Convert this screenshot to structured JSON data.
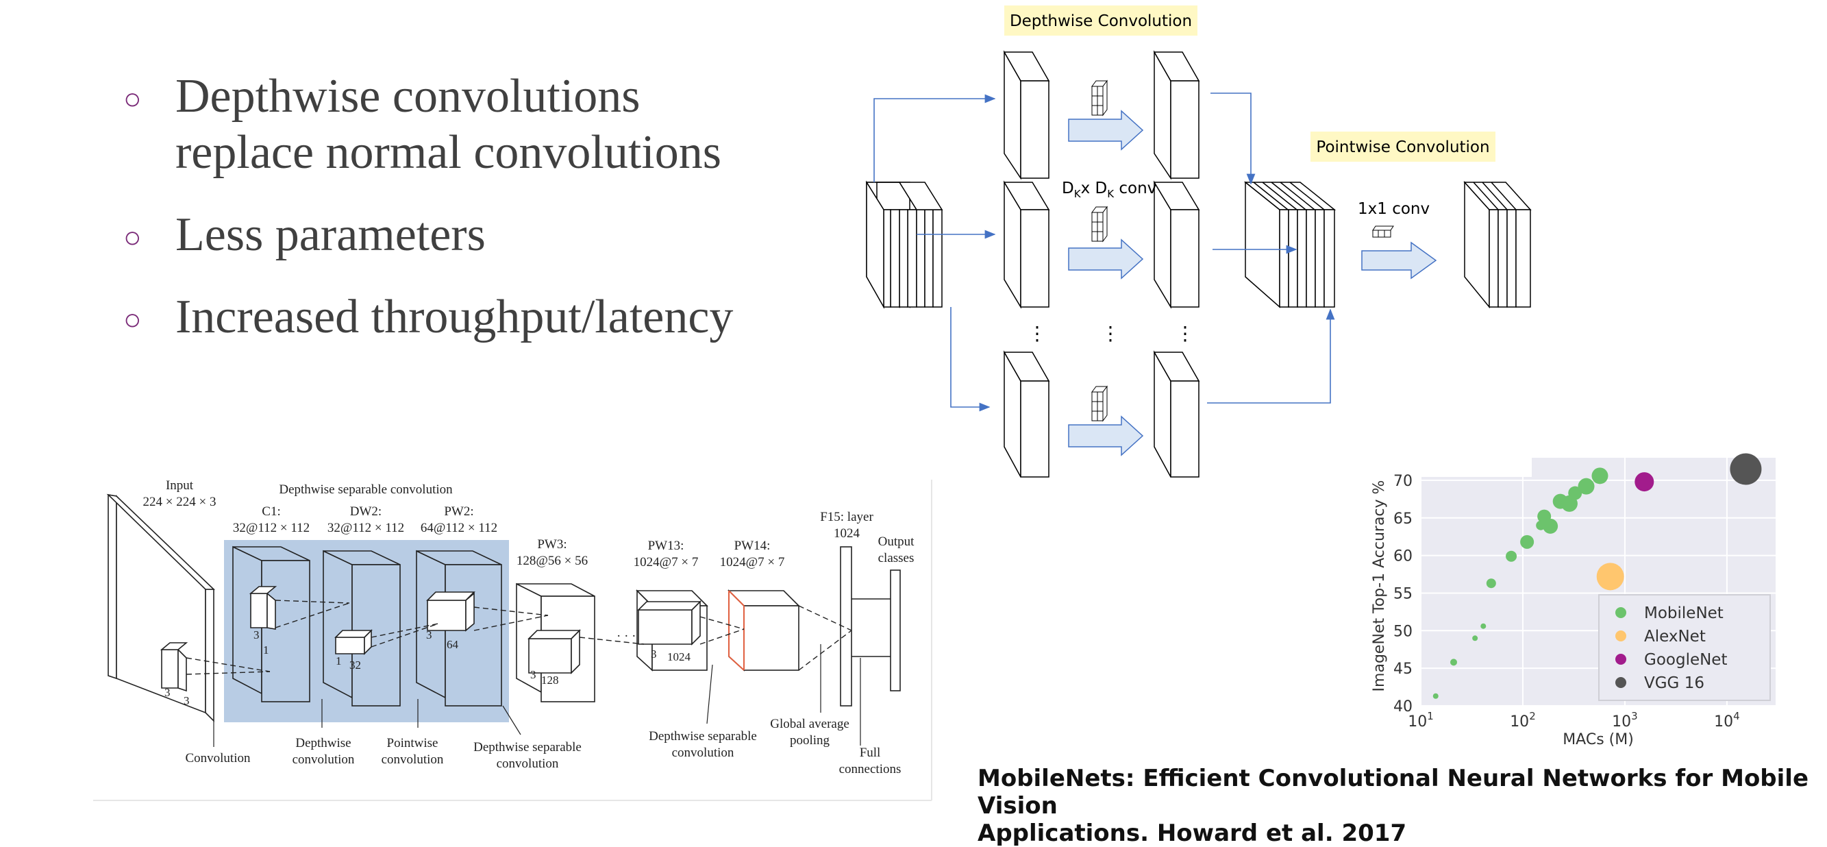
{
  "bullets": [
    {
      "text": "Depthwise convolutions\nreplace normal convolutions"
    },
    {
      "text": "Less parameters"
    },
    {
      "text": "Increased throughput/latency"
    }
  ],
  "top_diagram": {
    "depthwise_title": "Depthwise Convolution",
    "pointwise_title": "Pointwise Convolution",
    "dk_label": "D",
    "dk_sub": "K",
    "dk_x": "x D",
    "dk_conv": " conv",
    "one_by_one": "1x1 conv",
    "ellipsis": "⋮"
  },
  "arch": {
    "input_label": "Input",
    "input_dims": "224 × 224 × 3",
    "group_label": "Depthwise separable convolution",
    "c1": "C1:",
    "c1_dims": "32@112 × 112",
    "dw2": "DW2:",
    "dw2_dims": "32@112 × 112",
    "pw2": "PW2:",
    "pw2_dims": "64@112 × 112",
    "pw3": "PW3:",
    "pw3_dims": "128@56 × 56",
    "pw13": "PW13:",
    "pw13_dims": "1024@7 × 7",
    "pw14": "PW14:",
    "pw14_dims": "1024@7 × 7",
    "f15": "F15: layer",
    "f15_dims": "1024",
    "output": "Output",
    "output2": "classes",
    "k_in1": "3",
    "k_in2": "3",
    "k_c1a": "3",
    "k_c1b": "1",
    "k_dw1": "1",
    "k_dw2": "32",
    "k_pw1": "3",
    "k_pw2": "64",
    "k_pw3a": "3",
    "k_pw3b": "128",
    "k_pw13a": "3",
    "k_pw13b": "1024",
    "dots": "· · ·",
    "convolution": "Convolution",
    "depthwise_conv1": "Depthwise",
    "depthwise_conv2": "convolution",
    "pointwise_conv1": "Pointwise",
    "pointwise_conv2": "convolution",
    "dsc1": "Depthwise separable",
    "dsc2": "convolution",
    "dsc3": "Depthwise separable",
    "dsc4": "convolution",
    "gap1": "Global average",
    "gap2": "pooling",
    "full1": "Full",
    "full2": "connections"
  },
  "chart_data": {
    "type": "scatter",
    "xlabel": "MACs (M)",
    "ylabel": "ImageNet Top-1 Accuracy %",
    "xscale": "log",
    "xlim": [
      10,
      30000
    ],
    "ylim": [
      40,
      73
    ],
    "xticks": [
      10,
      100,
      1000,
      10000
    ],
    "xtick_labels": [
      {
        "base": "10",
        "exp": "1"
      },
      {
        "base": "10",
        "exp": "2"
      },
      {
        "base": "10",
        "exp": "3"
      },
      {
        "base": "10",
        "exp": "4"
      }
    ],
    "yticks": [
      40,
      45,
      50,
      55,
      60,
      65,
      70
    ],
    "ytick_labels": [
      "40",
      "45",
      "50",
      "55",
      "60",
      "65",
      "70"
    ],
    "grid": true,
    "legend_position": "bottom-right",
    "series": [
      {
        "name": "MobileNet",
        "color": "#6cc36c",
        "points": [
          {
            "x": 14,
            "y": 41.3,
            "s": 4
          },
          {
            "x": 21,
            "y": 45.8,
            "s": 5
          },
          {
            "x": 34,
            "y": 49.0,
            "s": 4
          },
          {
            "x": 41,
            "y": 50.6,
            "s": 4
          },
          {
            "x": 49,
            "y": 56.3,
            "s": 7
          },
          {
            "x": 77,
            "y": 59.9,
            "s": 8
          },
          {
            "x": 110,
            "y": 61.8,
            "s": 10
          },
          {
            "x": 150,
            "y": 64.0,
            "s": 7
          },
          {
            "x": 162,
            "y": 65.2,
            "s": 10
          },
          {
            "x": 186,
            "y": 63.9,
            "s": 11
          },
          {
            "x": 233,
            "y": 67.2,
            "s": 11
          },
          {
            "x": 286,
            "y": 66.9,
            "s": 12
          },
          {
            "x": 325,
            "y": 68.3,
            "s": 10
          },
          {
            "x": 418,
            "y": 69.2,
            "s": 12
          },
          {
            "x": 569,
            "y": 70.6,
            "s": 12
          }
        ]
      },
      {
        "name": "AlexNet",
        "color": "#ffc66e",
        "points": [
          {
            "x": 720,
            "y": 57.2,
            "s": 20
          }
        ]
      },
      {
        "name": "GoogleNet",
        "color": "#a21c8c",
        "points": [
          {
            "x": 1550,
            "y": 69.8,
            "s": 14
          }
        ]
      },
      {
        "name": "VGG 16",
        "color": "#555555",
        "points": [
          {
            "x": 15300,
            "y": 71.5,
            "s": 23
          }
        ]
      }
    ]
  },
  "citation": "MobileNets: Efficient Convolutional Neural Networks for Mobile Vision\nApplications. Howard et al. 2017"
}
